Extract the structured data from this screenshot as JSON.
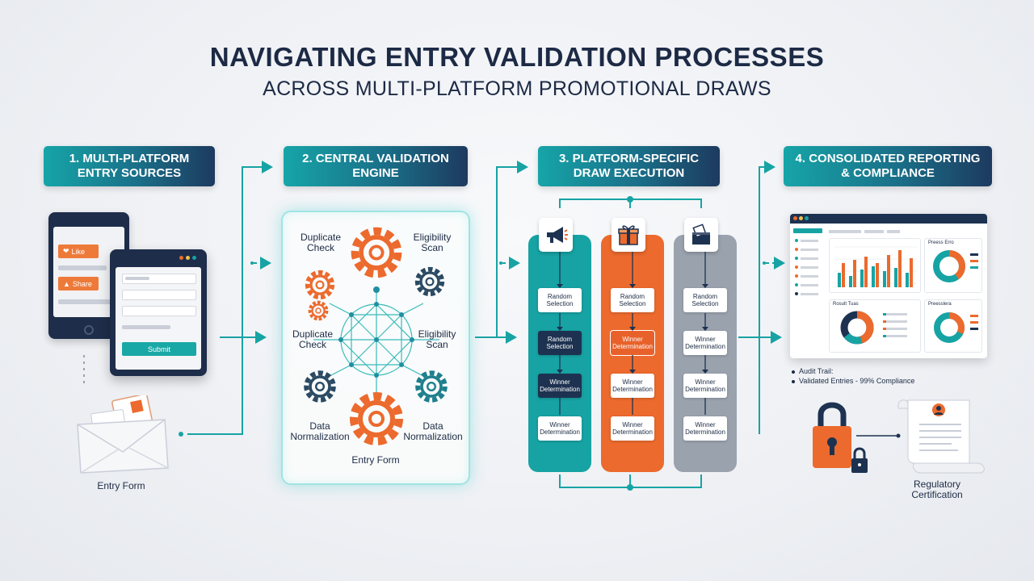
{
  "title": "NAVIGATING ENTRY VALIDATION PROCESSES",
  "subtitle": "ACROSS MULTI-PLATFORM PROMOTIONAL DRAWS",
  "stages": [
    {
      "label": "1. MULTI-PLATFORM\nENTRY SOURCES"
    },
    {
      "label": "2. CENTRAL VALIDATION\nENGINE"
    },
    {
      "label": "3. PLATFORM-SPECIFIC\nDRAW EXECUTION"
    },
    {
      "label": "4. CONSOLIDATED REPORTING\n& COMPLIANCE"
    }
  ],
  "sources": {
    "like_label": "Like",
    "share_label": "Share",
    "submit_label": "Submit",
    "entry_form_label": "Entry Form"
  },
  "engine": {
    "duplicate_check_top": "Duplicate\nCheck",
    "eligibility_scan_top": "Eligibility\nScan",
    "duplicate_check_mid": "Duplicate\nCheck",
    "eligibility_scan_mid": "Eligibility\nScan",
    "data_normalization_left": "Data\nNormalization",
    "data_normalization_right": "Data\nNormalization",
    "entry_form_label": "Entry Form"
  },
  "draw_columns": [
    {
      "icon": "megaphone-icon",
      "color": "#17a3a4",
      "boxes": [
        "Random\nSelection",
        "Random\nSelection",
        "Winner\nDetermination",
        "Winner\nDetermination"
      ]
    },
    {
      "icon": "gift-icon",
      "color": "#ec6a2d",
      "boxes": [
        "Random\nSelection",
        "Winner\nDetermination",
        "Winner\nDetermination",
        "Winner\nDetermination"
      ]
    },
    {
      "icon": "ballot-box-icon",
      "color": "#9aa2ae",
      "boxes": [
        "Random\nSelection",
        "Winner\nDetermination",
        "Winner\nDetermination",
        "Winner\nDetermination"
      ]
    }
  ],
  "reporting": {
    "audit_trail": "Audit Trail:",
    "validated_entries": "Validated Entries - 99% Compliance",
    "regulatory_certification": "Regulatory\nCertification",
    "chart_title_1": "Preess Erro",
    "chart_title_2": "Rosult Tuas",
    "chart_title_3": "Preesslera",
    "bar_values": [
      18,
      30,
      14,
      34,
      22,
      38,
      26,
      30,
      20,
      40,
      24,
      46,
      18,
      36
    ],
    "donut_colors": [
      "#ec6a2d",
      "#17a3a4",
      "#1d3250"
    ]
  },
  "colors": {
    "teal": "#17a3a4",
    "navy": "#1d3250",
    "orange": "#ec6a2d",
    "gray": "#9aa2ae"
  }
}
